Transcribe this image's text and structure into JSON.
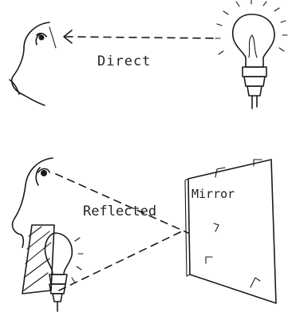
{
  "labels": {
    "direct": "Direct",
    "reflected": "Reflected",
    "mirror": "Mirror"
  },
  "colors": {
    "ink": "#1a1a1a",
    "background": "#ffffff"
  }
}
